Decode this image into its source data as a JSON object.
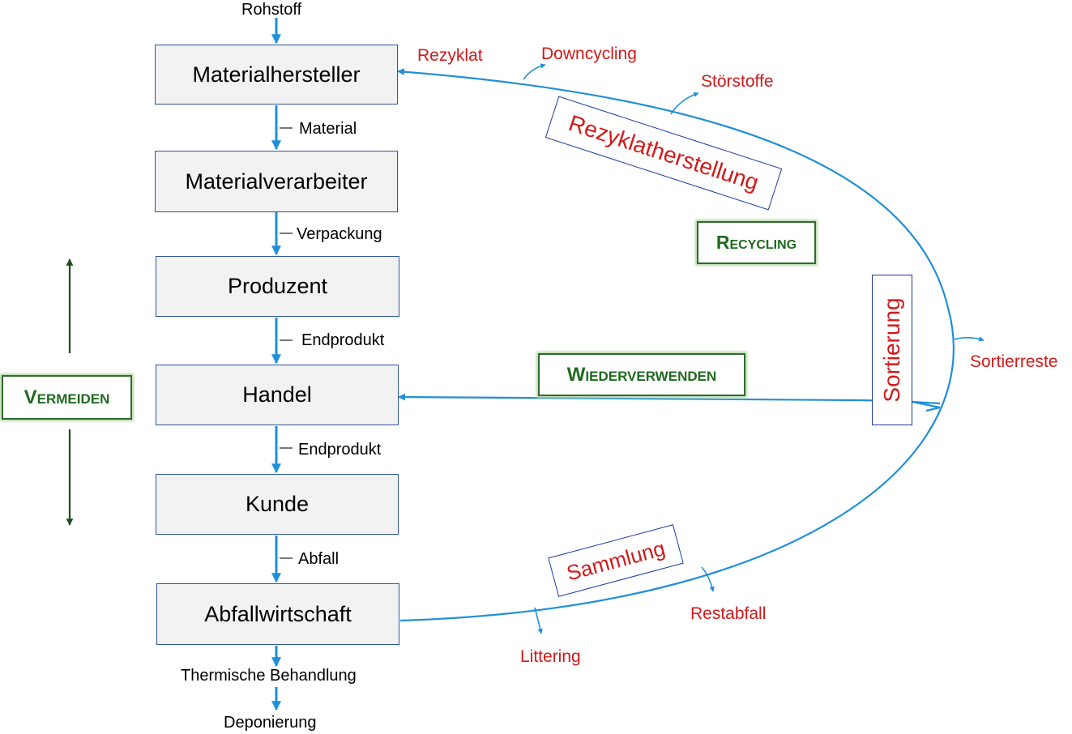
{
  "chain": {
    "input": "Rohstoff",
    "steps": [
      "Materialhersteller",
      "Materialverarbeiter",
      "Produzent",
      "Handel",
      "Kunde",
      "Abfallwirtschaft"
    ],
    "flows": [
      "Material",
      "Verpackung",
      "Endprodukt",
      "Endprodukt",
      "Abfall"
    ],
    "outputs": [
      "Thermische Behandlung",
      "Deponierung"
    ]
  },
  "loop": {
    "stages": [
      "Sammlung",
      "Sortierung",
      "Rezyklatherstellung"
    ],
    "losses": [
      "Littering",
      "Restabfall",
      "Sortierreste",
      "Störstoffe",
      "Downcycling"
    ],
    "return_label": "Rezyklat"
  },
  "strategies": [
    "Vermeiden",
    "Wiederverwenden",
    "Recycling"
  ],
  "colors": {
    "flow": "#1f8fd8",
    "loss": "#d41919",
    "strategy": "#1f6a1f",
    "box_fill": "#f2f2f2"
  }
}
